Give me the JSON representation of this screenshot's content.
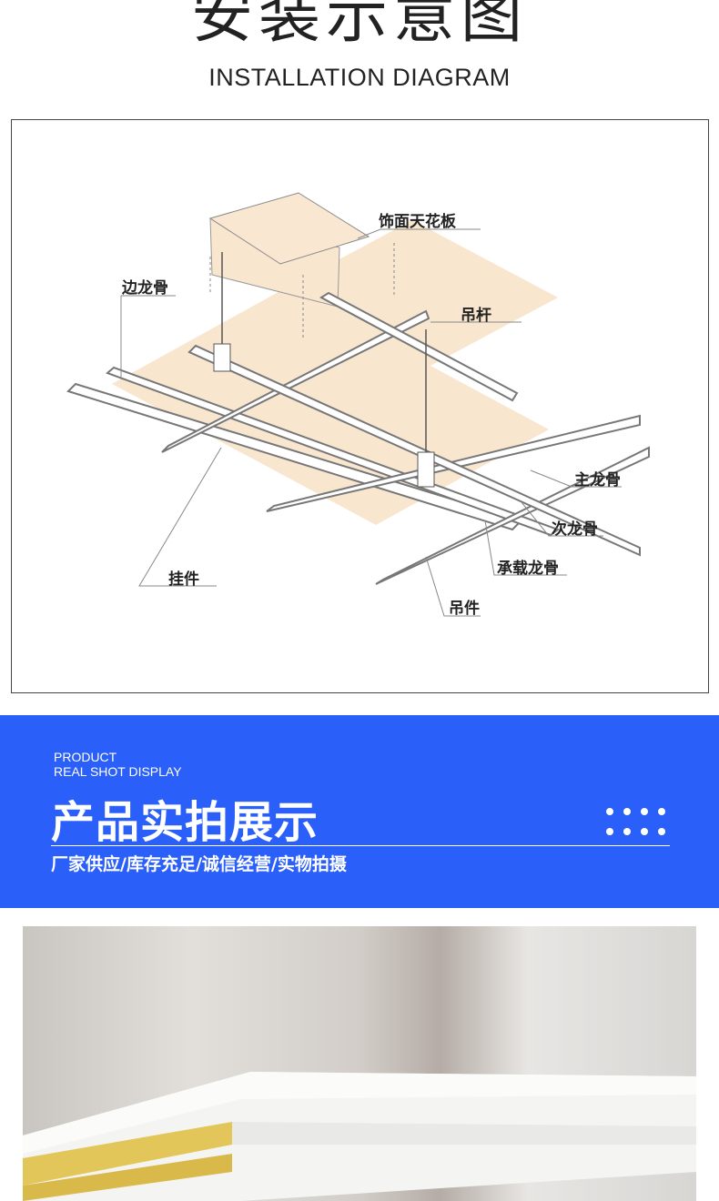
{
  "header": {
    "title_cn": "安装示意图",
    "title_en": "INSTALLATION DIAGRAM"
  },
  "diagram": {
    "labels": {
      "panel": "饰面天花板",
      "edge_keel": "边龙骨",
      "hanger_rod": "吊杆",
      "main_keel": "主龙骨",
      "secondary_keel": "次龙骨",
      "bearing_keel": "承载龙骨",
      "clip": "挂件",
      "hanger": "吊件"
    }
  },
  "banner": {
    "en_line1": "PRODUCT",
    "en_line2": "REAL SHOT DISPLAY",
    "title": "产品实拍展示",
    "subtitle": "厂家供应/库存充足/诚信经营/实物拍摄",
    "color": "#2a5ffa"
  }
}
